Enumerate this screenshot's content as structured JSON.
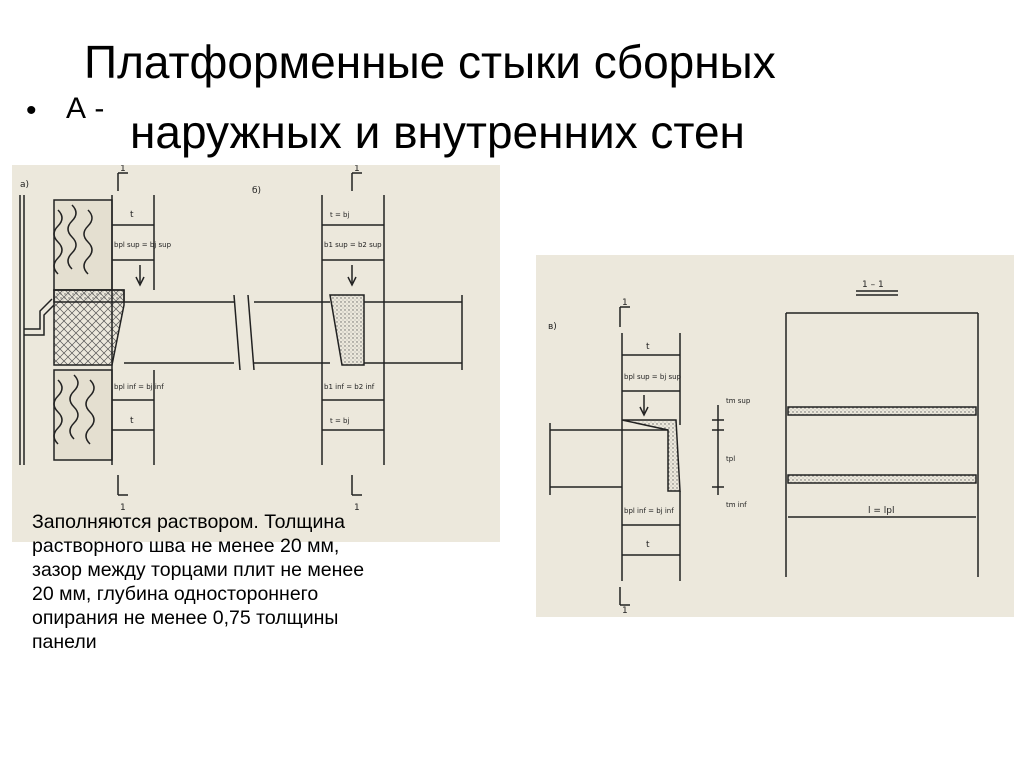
{
  "slide": {
    "title_line1": "Платформенные стыки сборных",
    "bullet_marker": "•",
    "bullet_text": "А -",
    "title_line2": "наружных и внутренних стен",
    "caption_lines": [
      "Заполняются раствором. Толщина",
      "растворного шва не менее 20 мм,",
      "зазор между торцами плит не менее",
      "20 мм, глубина одностороннего",
      "опирания не менее 0,75 толщины",
      "панели"
    ]
  },
  "drawing_left": {
    "label_a": "а)",
    "label_b": "б)",
    "section_mark": "1",
    "t_eq_bj": "t = bj",
    "b_pl_sup": "bpl sup = bj sup",
    "b1_b2_sup": "b1 sup = b2 sup",
    "b_pl_inf": "bpl inf = bj inf",
    "b1_b2_inf": "b1 inf = b2 inf",
    "t": "t"
  },
  "drawing_right": {
    "label_v": "в)",
    "section_title": "1 – 1",
    "section_mark": "1",
    "t": "t",
    "b_pl_sup": "bpl sup = bj sup",
    "b_pl_inf": "bpl inf = bj inf",
    "t_m_sup": "tm sup",
    "t_pl": "tpl",
    "t_m_inf": "tm inf",
    "l_eq_lpl": "l = lpl"
  }
}
